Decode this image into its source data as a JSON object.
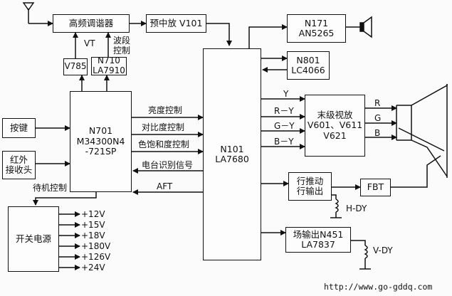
{
  "blocks": {
    "rf_tuner": "高频调谐器",
    "vt": "VT",
    "band_control": [
      "波段",
      "控制"
    ],
    "v785": "V785",
    "n710": [
      "N710",
      "LA7910"
    ],
    "pre_if": "预中放 V101",
    "n171": [
      "N171",
      "AN5265"
    ],
    "n801": [
      "N801",
      "LC4066"
    ],
    "n701": [
      "N701",
      "M34300N4",
      "-721SP"
    ],
    "n101": [
      "N101",
      "LA7680"
    ],
    "keys": "按键",
    "ir_receiver": [
      "红外",
      "接收头"
    ],
    "standby": "待机控制",
    "power": "开关电源",
    "video_out": [
      "末级视放",
      "V601、V611",
      "V621"
    ],
    "h_drive": [
      "行推动",
      "行输出"
    ],
    "fbt": "FBT",
    "h_dy": "H-DY",
    "v_out": [
      "场输出N451",
      "LA7837"
    ],
    "v_dy": "V-DY"
  },
  "signals": {
    "brightness": "亮度控制",
    "contrast": "对比度控制",
    "saturation": "色饱和度控制",
    "station_id": "电台识别信号",
    "aft": "AFT",
    "y": "Y",
    "r_y": "R－Y",
    "g_y": "G－Y",
    "b_y": "B－Y",
    "r": "R",
    "g": "G",
    "b": "B"
  },
  "power_outputs": [
    "+12V",
    "+15V",
    "+18V",
    "+180V",
    "+126V",
    "+24V"
  ],
  "watermark": "http://www.go-gddq.com"
}
